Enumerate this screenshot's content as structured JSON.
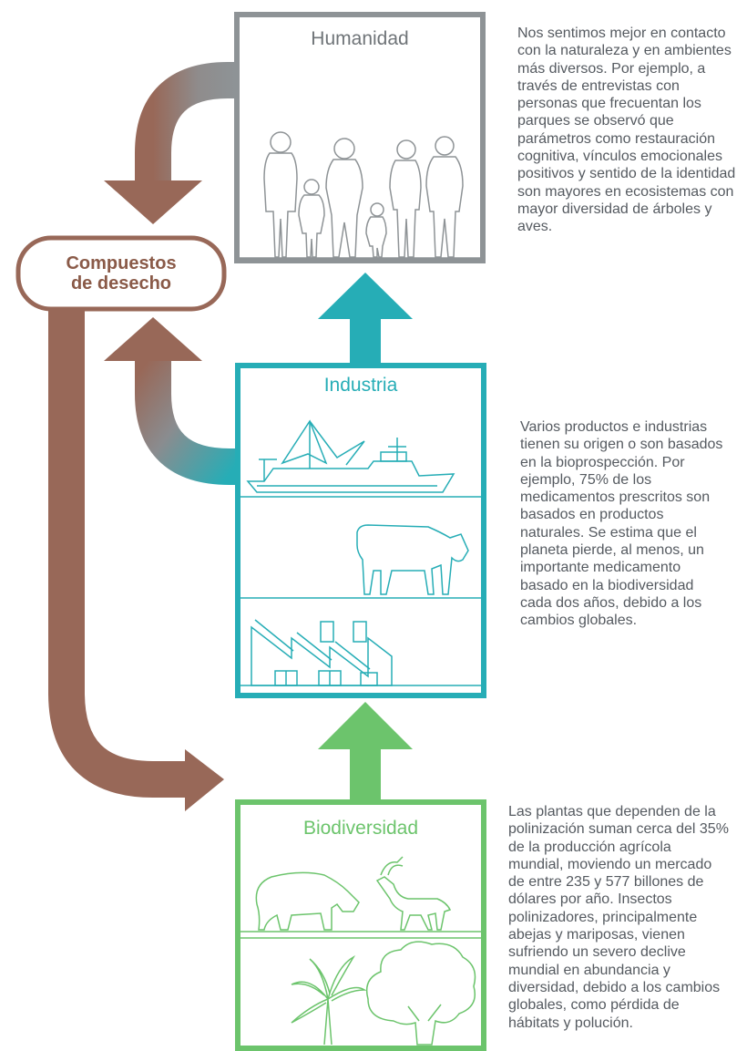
{
  "colors": {
    "humanity": "#8e9396",
    "industry": "#26adb6",
    "biodiversity": "#6cc46c",
    "waste": "#986858",
    "text": "#555a60"
  },
  "waste": {
    "label_line1": "Compuestos",
    "label_line2": "de desecho"
  },
  "boxes": {
    "humanity": {
      "title": "Humanidad",
      "icon": "family-silhouette-icon",
      "description": "Nos sentimos mejor en contacto con la naturaleza y en ambientes más diversos. Por ejemplo, a través de entrevistas con personas que frecuentan los parques se observó que parámetros como restauración cognitiva, vínculos emocionales positivos y sentido de la identidad son mayores en ecosistemas con mayor diversidad de árboles y aves."
    },
    "industry": {
      "title": "Industria",
      "icons": [
        "ship-icon",
        "cow-icon",
        "factory-icon"
      ],
      "description": "Varios productos e industrias tienen su origen o son basados en la bioprospección. Por ejemplo, 75% de los medicamentos prescritos son basados en productos naturales. Se estima que el planeta pierde, al menos, un importante medicamento basado en la biodiversidad cada dos años, debido a los cambios globales."
    },
    "biodiversity": {
      "title": "Biodiversidad",
      "icons": [
        "hippo-icon",
        "antelope-icon",
        "palm-tree-icon",
        "tree-icon"
      ],
      "description": "Las plantas que dependen de la polinización suman cerca del 35% de la producción agrícola mundial, moviendo un mercado de entre 235 y 577 billones de dólares por año. Insectos polinizadores, principalmente abejas y mariposas, vienen sufriendo un severo declive mundial en abundancia y diversidad, debido a los cambios globales, como pérdida de hábitats y polución."
    }
  }
}
